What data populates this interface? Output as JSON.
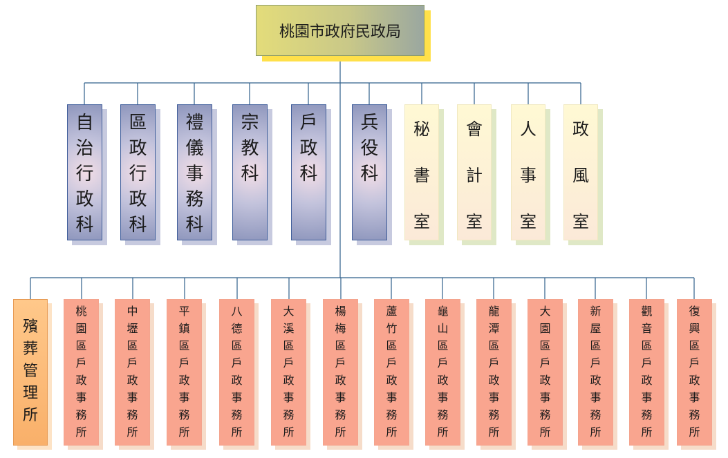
{
  "root": {
    "label": "桃園市政府民政局"
  },
  "sections": [
    {
      "label": "自治行政科",
      "style": "blue"
    },
    {
      "label": "區政行政科",
      "style": "blue"
    },
    {
      "label": "禮儀事務科",
      "style": "blue"
    },
    {
      "label": "宗教科",
      "style": "blue"
    },
    {
      "label": "戶政科",
      "style": "blue"
    },
    {
      "label": "兵役科",
      "style": "blue"
    },
    {
      "label": "秘書室",
      "style": "cream"
    },
    {
      "label": "會計室",
      "style": "cream"
    },
    {
      "label": "人事室",
      "style": "cream"
    },
    {
      "label": "政風室",
      "style": "cream"
    }
  ],
  "units": [
    {
      "label": "殯葬管理所",
      "style": "orange"
    },
    {
      "label": "桃園區戶政事務所",
      "style": "salmon"
    },
    {
      "label": "中壢區戶政事務所",
      "style": "salmon"
    },
    {
      "label": "平鎮區戶政事務所",
      "style": "salmon"
    },
    {
      "label": "八德區戶政事務所",
      "style": "salmon"
    },
    {
      "label": "大溪區戶政事務所",
      "style": "salmon"
    },
    {
      "label": "楊梅區戶政事務所",
      "style": "salmon"
    },
    {
      "label": "蘆竹區戶政事務所",
      "style": "salmon"
    },
    {
      "label": "龜山區戶政事務所",
      "style": "salmon"
    },
    {
      "label": "龍潭區戶政事務所",
      "style": "salmon"
    },
    {
      "label": "大園區戶政事務所",
      "style": "salmon"
    },
    {
      "label": "新屋區戶政事務所",
      "style": "salmon"
    },
    {
      "label": "觀音區戶政事務所",
      "style": "salmon"
    },
    {
      "label": "復興區戶政事務所",
      "style": "salmon"
    }
  ],
  "colors": {
    "line": "#2f5f8a",
    "section_blue": "#8f97bd",
    "section_cream": "#fff9d4",
    "unit_salmon": "#f9a58f",
    "unit_orange": "#f9b06a",
    "root_shadow": "#ffe04a"
  }
}
